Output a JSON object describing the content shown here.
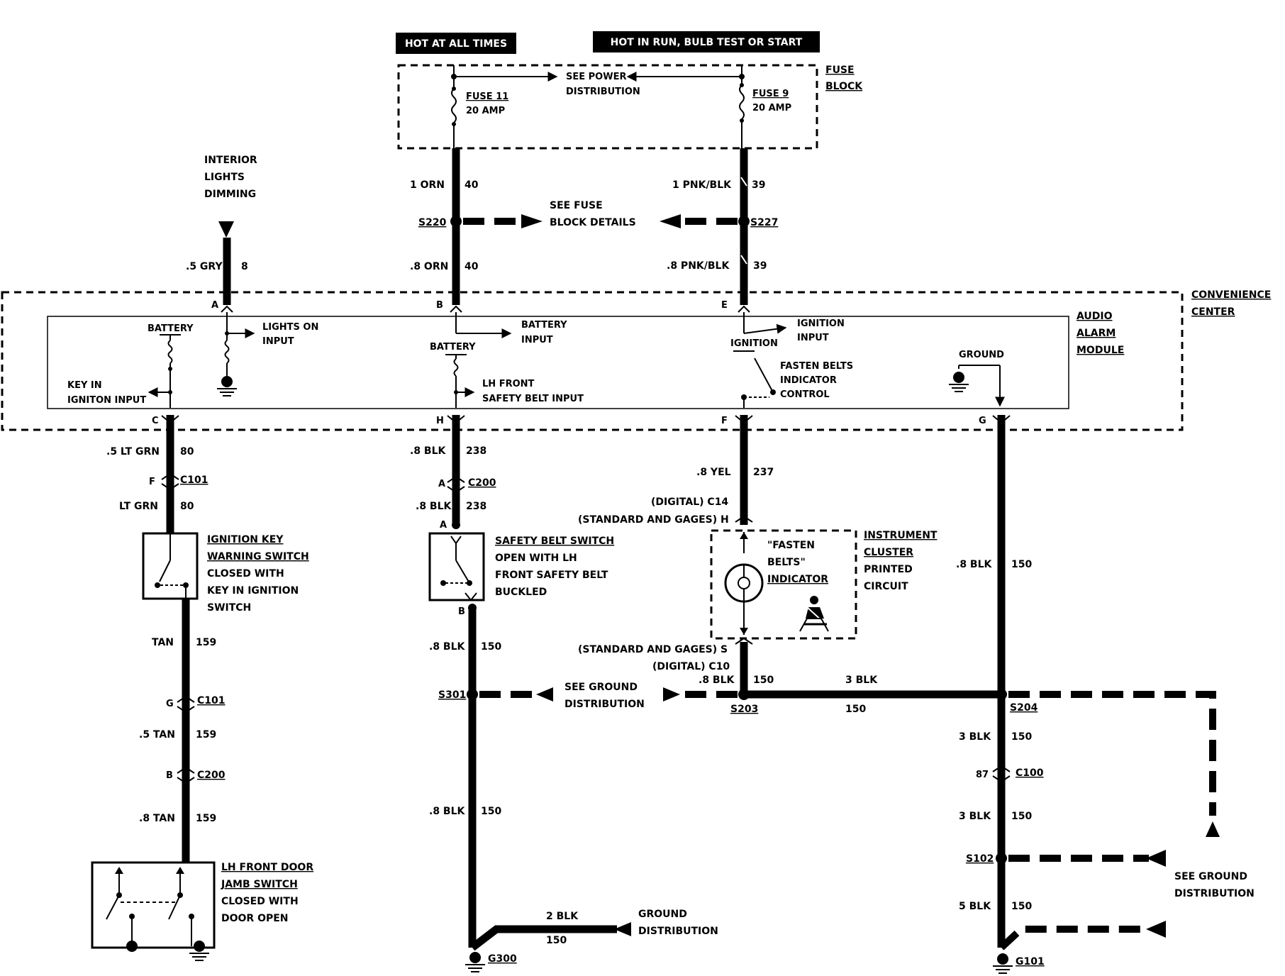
{
  "headers": {
    "hot_at_all_times": "HOT AT ALL TIMES",
    "hot_in_run": "HOT IN RUN, BULB TEST OR START"
  },
  "fuse_block": {
    "label_line1": "FUSE",
    "label_line2": "BLOCK",
    "fuse11_name": "FUSE 11",
    "fuse11_rating": "20 AMP",
    "fuse9_name": "FUSE 9",
    "fuse9_rating": "20 AMP",
    "see_power_line1": "SEE POWER",
    "see_power_line2": "DISTRIBUTION"
  },
  "interior_lights": {
    "line1": "INTERIOR",
    "line2": "LIGHTS",
    "line3": "DIMMING"
  },
  "wires": {
    "w1_orn": "1 ORN",
    "w1_orn_ckt": "40",
    "w1_pnk": "1 PNK/BLK",
    "w1_pnk_ckt": "39",
    "gry": ".5 GRY",
    "gry_ckt": "8",
    "orn8": ".8 ORN",
    "orn8_ckt": "40",
    "pnk8": ".8 PNK/BLK",
    "pnk8_ckt": "39",
    "ltgrn5": ".5 LT GRN",
    "ltgrn5_ckt": "80",
    "ltgrn": "LT GRN",
    "ltgrn_ckt": "80",
    "blk238a": ".8 BLK",
    "blk238a_ckt": "238",
    "blk238b": ".8 BLK",
    "blk238b_ckt": "238",
    "yel": ".8 YEL",
    "yel_ckt": "237",
    "blk150_right": ".8 BLK",
    "blk150_right_ckt": "150",
    "tan": "TAN",
    "tan_ckt": "159",
    "tan5": ".5 TAN",
    "tan5_ckt": "159",
    "tan8": ".8 TAN",
    "tan8_ckt": "159",
    "blk150_sb": ".8 BLK",
    "blk150_sb_ckt": "150",
    "blk150_sb2": ".8 BLK",
    "blk150_sb2_ckt": "150",
    "blk150_ic": ".8 BLK",
    "blk150_ic_ckt": "150",
    "blk3_h": "3 BLK",
    "blk3_h_ckt": "150",
    "blk3_a": "3 BLK",
    "blk3_a_ckt": "150",
    "blk3_b": "3 BLK",
    "blk3_b_ckt": "150",
    "blk5": "5 BLK",
    "blk5_ckt": "150",
    "blk2": "2 BLK",
    "blk2_ckt": "150"
  },
  "splices": {
    "s220": "S220",
    "s227": "S227",
    "s301": "S301",
    "s203": "S203",
    "s204": "S204",
    "s102": "S102"
  },
  "see_fuse_block": {
    "line1": "SEE FUSE",
    "line2": "BLOCK DETAILS"
  },
  "convenience_center": {
    "line1": "CONVENIENCE",
    "line2": "CENTER"
  },
  "audio_alarm": {
    "line1": "AUDIO",
    "line2": "ALARM",
    "line3": "MODULE"
  },
  "module": {
    "battery1": "BATTERY",
    "lights_on_line1": "LIGHTS ON",
    "lights_on_line2": "INPUT",
    "key_in_line1": "KEY IN",
    "key_in_line2": "IGNITON INPUT",
    "battery2": "BATTERY",
    "battery_input_line1": "BATTERY",
    "battery_input_line2": "INPUT",
    "lh_front_line1": "LH FRONT",
    "lh_front_line2": "SAFETY BELT INPUT",
    "ignition": "IGNITION",
    "ignition_input_line1": "IGNITION",
    "ignition_input_line2": "INPUT",
    "fasten_line1": "FASTEN BELTS",
    "fasten_line2": "INDICATOR",
    "fasten_line3": "CONTROL",
    "ground": "GROUND"
  },
  "pins": {
    "a": "A",
    "b": "B",
    "e": "E",
    "c": "C",
    "h": "H",
    "f": "F",
    "g": "G",
    "c101_f": "F",
    "c200_a": "A",
    "sb_a": "A",
    "sb_b": "B",
    "c101_g": "G",
    "c200_b": "B",
    "c100_87": "87"
  },
  "connectors": {
    "c101a": "C101",
    "c200a": "C200",
    "c101b": "C101",
    "c200b": "C200",
    "c100": "C100"
  },
  "cluster_pins": {
    "digital_c14": "(DIGITAL) C14",
    "standard_h": "(STANDARD AND GAGES) H",
    "standard_s": "(STANDARD AND GAGES) S",
    "digital_c10": "(DIGITAL) C10"
  },
  "ignition_switch": {
    "line1": "IGNITION KEY",
    "line2": "WARNING SWITCH",
    "line3": "CLOSED WITH",
    "line4": "KEY IN IGNITION",
    "line5": "SWITCH"
  },
  "safety_belt_switch": {
    "line1": "SAFETY BELT SWITCH",
    "line2": "OPEN WITH LH",
    "line3": "FRONT SAFETY BELT",
    "line4": "BUCKLED"
  },
  "indicator": {
    "line1": "\"FASTEN",
    "line2": "BELTS\"",
    "line3": "INDICATOR"
  },
  "instrument_cluster": {
    "line1": "INSTRUMENT",
    "line2": "CLUSTER",
    "line3": "PRINTED",
    "line4": "CIRCUIT"
  },
  "door_switch": {
    "line1": "LH FRONT DOOR",
    "line2": "JAMB SWITCH",
    "line3": "CLOSED WITH",
    "line4": "DOOR OPEN"
  },
  "ground_dist_mid": {
    "line1": "SEE GROUND",
    "line2": "DISTRIBUTION"
  },
  "ground_dist_right": {
    "line1": "SEE GROUND",
    "line2": "DISTRIBUTION"
  },
  "ground_dist_bottom": {
    "line1": "GROUND",
    "line2": "DISTRIBUTION"
  },
  "grounds": {
    "g300": "G300",
    "g101": "G101"
  }
}
